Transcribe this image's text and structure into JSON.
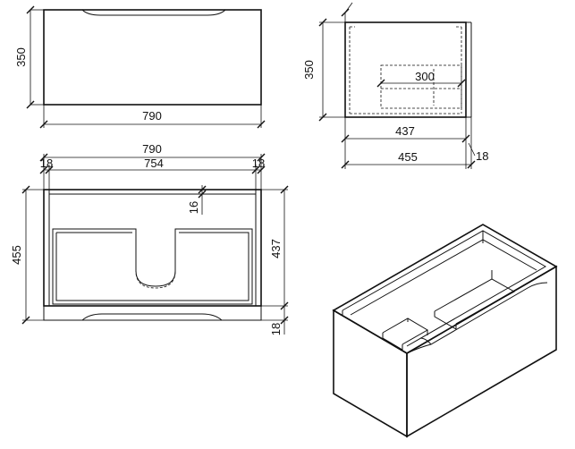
{
  "front_view": {
    "width_label": "790",
    "height_label": "350"
  },
  "side_view": {
    "height_label": "350",
    "inner_width_label": "300",
    "depth_inner_label": "437",
    "depth_total_label": "455",
    "front_thickness_label": "18"
  },
  "top_view": {
    "overall_width_label": "790",
    "inner_width_label": "754",
    "left_wall_label": "18",
    "right_wall_label": "18",
    "back_gap_label": "16",
    "depth_total_label": "455",
    "depth_inner_label": "437",
    "front_thickness_label": "18"
  },
  "isometric_view": {}
}
